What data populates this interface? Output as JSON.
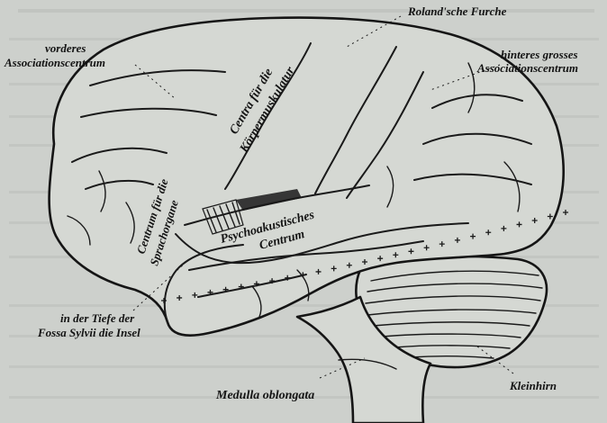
{
  "labels": {
    "rolandsche_furche": "Roland'sche Furche",
    "vorderes_line1": "vorderes",
    "vorderes_line2": "Associationscentrum",
    "hinteres_line1": "hinteres grosses",
    "hinteres_line2": "Associationscentrum",
    "centra_line1": "Centra für die",
    "centra_line2": "Körpermuskulatur",
    "sprach_line1": "Centrum für die",
    "sprach_line2": "Sprachorgane",
    "psycho_line1": "Psychoakustisches",
    "psycho_line2": "Centrum",
    "tiefe_line1": "in der Tiefe der",
    "tiefe_line2": "Fossa Sylvii die Insel",
    "kleinhirn": "Kleinhirn",
    "medulla": "Medulla oblongata"
  },
  "colors": {
    "paper": "#cdd0cc",
    "ink": "#141414",
    "faded_text": "#a9aca8"
  }
}
